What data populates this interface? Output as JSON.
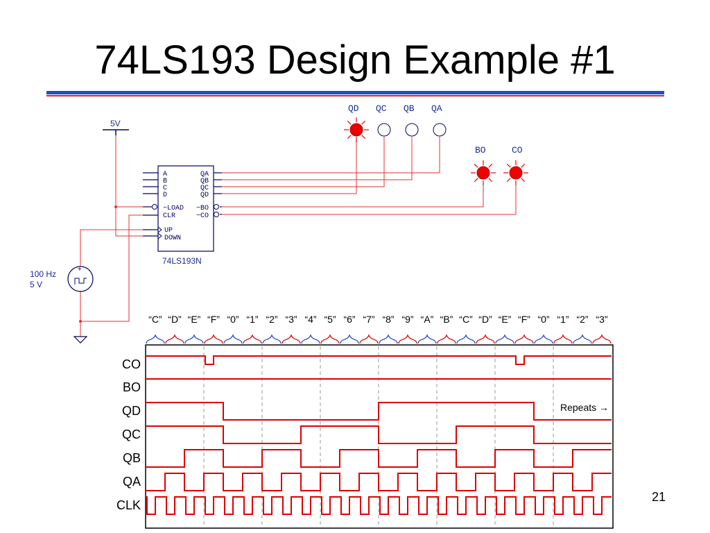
{
  "title": "74LS193 Design Example #1",
  "page_number": "21",
  "schematic": {
    "supply_label": "5V",
    "chip": {
      "part_name": "74LS193N",
      "left_pins": [
        "A",
        "B",
        "C",
        "D",
        "~LOAD",
        "CLR",
        "UP",
        "DOWN"
      ],
      "right_pins": [
        "QA",
        "QB",
        "QC",
        "QD",
        "~BO",
        "~CO"
      ]
    },
    "clock_source": {
      "frequency": "100 Hz",
      "amplitude": "5 V"
    },
    "probes": [
      {
        "label": "QD",
        "lit": true
      },
      {
        "label": "QC",
        "lit": false
      },
      {
        "label": "QB",
        "lit": false
      },
      {
        "label": "QA",
        "lit": false
      },
      {
        "label": "BO",
        "lit": true
      },
      {
        "label": "CO",
        "lit": true
      }
    ],
    "colors": {
      "wire": "#e53030",
      "probe_on": "#ee0000",
      "component": "#000066",
      "component_label": "#1a2a99"
    }
  },
  "timing": {
    "count_labels": [
      "“C”",
      "“D”",
      "“E”",
      "“F”",
      "“0”",
      "“1”",
      "“2”",
      "“3”",
      "“4”",
      "“5”",
      "“6”",
      "“7”",
      "“8”",
      "“9”",
      "“A”",
      "“B”",
      "“C”",
      "“D”",
      "“E”",
      "“F”",
      "“0”",
      "“1”",
      "“2”",
      "“3”"
    ],
    "start_count": 12,
    "signals": [
      "CO",
      "BO",
      "QD",
      "QC",
      "QB",
      "QA",
      "CLK"
    ],
    "repeats_label": "Repeats →",
    "colors": {
      "trace": "#dd0000",
      "brace_blue": "#2244cc",
      "brace_red": "#dd0000"
    }
  }
}
